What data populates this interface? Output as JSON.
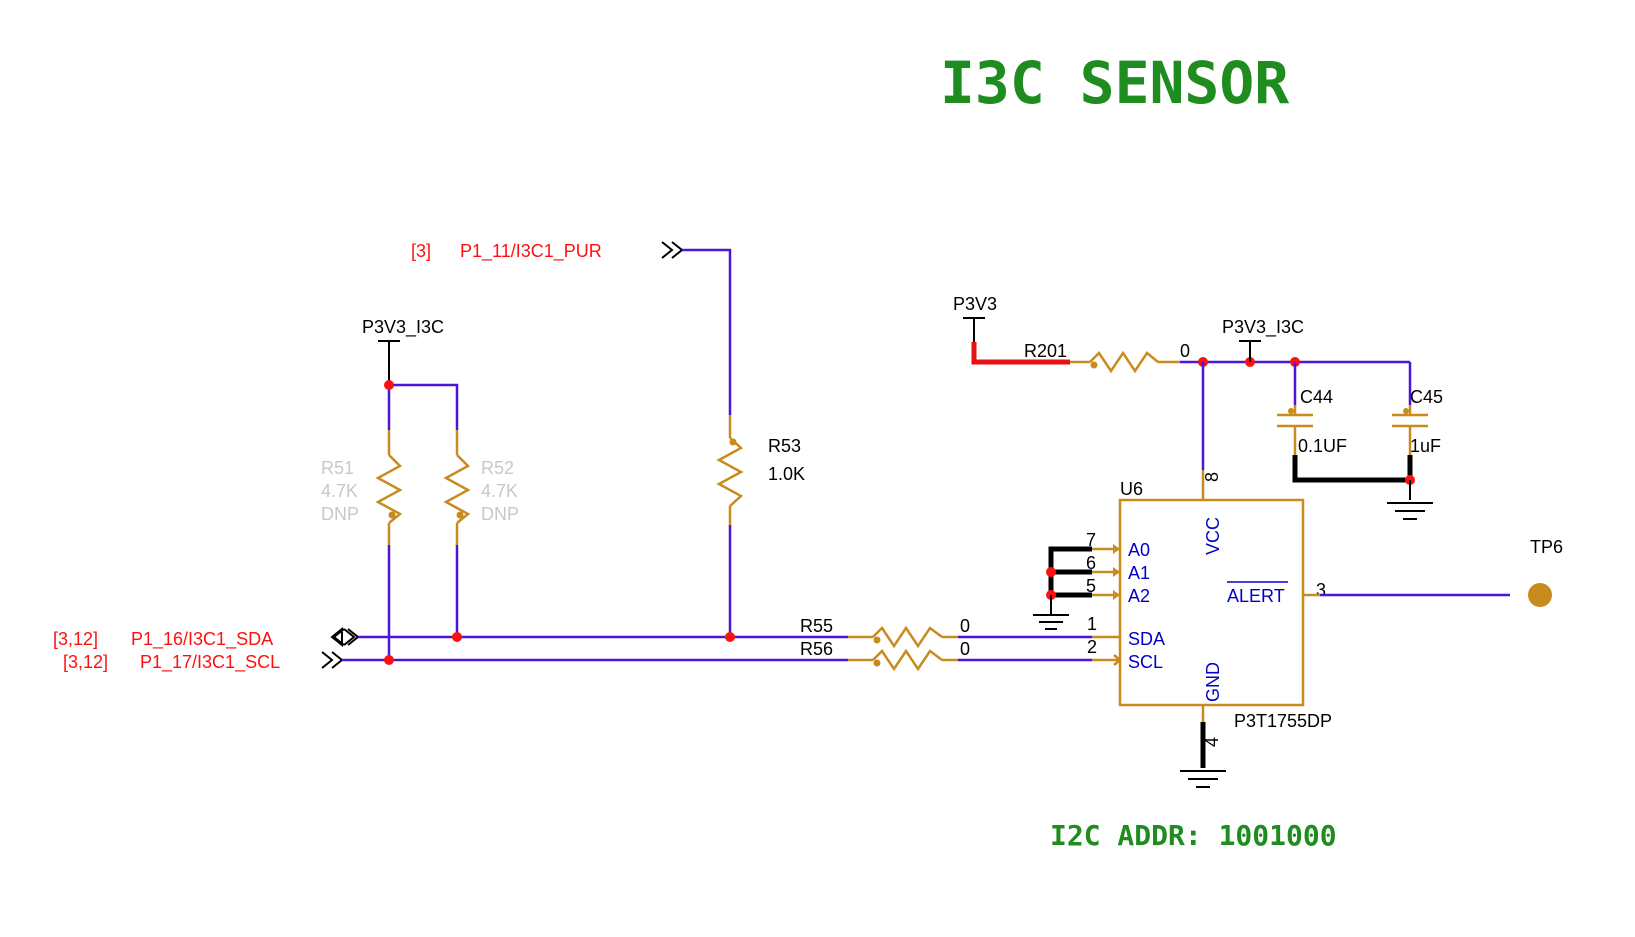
{
  "title": "I3C SENSOR",
  "footer_note": "I2C ADDR: 1001000",
  "colors": {
    "title": "#1e8c1e",
    "wire": "#4b16d8",
    "component": "#c88c1e",
    "net_label": "#ff1010",
    "pin_label": "#0000c8",
    "dnp": "#c8c8c8"
  },
  "nets": {
    "pur": {
      "ref": "[3]",
      "name": "P1_11/I3C1_PUR"
    },
    "sda": {
      "ref": "[3,12]",
      "name": "P1_16/I3C1_SDA"
    },
    "scl": {
      "ref": "[3,12]",
      "name": "P1_17/I3C1_SCL"
    }
  },
  "power": {
    "p3v3_i3c_left": "P3V3_I3C",
    "p3v3": "P3V3",
    "p3v3_i3c_right": "P3V3_I3C"
  },
  "resistors": {
    "r51": {
      "ref": "R51",
      "value": "4.7K",
      "note": "DNP"
    },
    "r52": {
      "ref": "R52",
      "value": "4.7K",
      "note": "DNP"
    },
    "r53": {
      "ref": "R53",
      "value": "1.0K"
    },
    "r55": {
      "ref": "R55",
      "value": "0"
    },
    "r56": {
      "ref": "R56",
      "value": "0"
    },
    "r201": {
      "ref": "R201",
      "value": "0"
    }
  },
  "capacitors": {
    "c44": {
      "ref": "C44",
      "value": "0.1UF"
    },
    "c45": {
      "ref": "C45",
      "value": "1uF"
    }
  },
  "ic": {
    "ref": "U6",
    "part": "P3T1755DP",
    "pins": {
      "vcc": {
        "name": "VCC",
        "num": "8"
      },
      "gnd": {
        "name": "GND",
        "num": "4"
      },
      "a0": {
        "name": "A0",
        "num": "7"
      },
      "a1": {
        "name": "A1",
        "num": "6"
      },
      "a2": {
        "name": "A2",
        "num": "5"
      },
      "sda": {
        "name": "SDA",
        "num": "1"
      },
      "scl": {
        "name": "SCL",
        "num": "2"
      },
      "alert": {
        "name": "ALERT",
        "num": "3"
      }
    }
  },
  "testpoint": {
    "ref": "TP6"
  }
}
